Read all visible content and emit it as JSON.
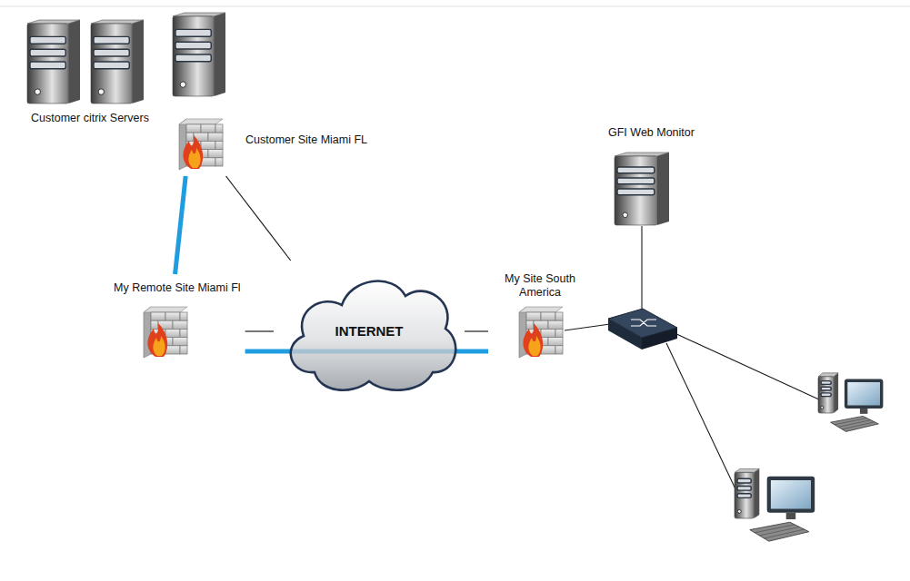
{
  "diagram": {
    "nodes": [
      {
        "text": [
          "Customer citrix Servers"
        ]
      },
      {
        "text": [
          "Customer Site Miami FL"
        ]
      },
      {
        "text": [
          "My Remote Site Miami Fl"
        ]
      },
      {
        "text": [
          "INTERNET"
        ]
      },
      {
        "text": [
          "My Site South America"
        ]
      },
      {
        "text": [
          "GFI Web Monitor"
        ]
      }
    ],
    "edges": [
      {
        "from": 1,
        "to": 3,
        "arrow": "none"
      },
      {
        "from": 2,
        "to": 3,
        "arrow": "none"
      },
      {
        "from": 3,
        "to": 4,
        "arrow": "none"
      },
      {
        "from": 1,
        "to": 2,
        "arrow": "none"
      },
      {
        "from": 2,
        "to": 4,
        "arrow": "none"
      }
    ]
  }
}
